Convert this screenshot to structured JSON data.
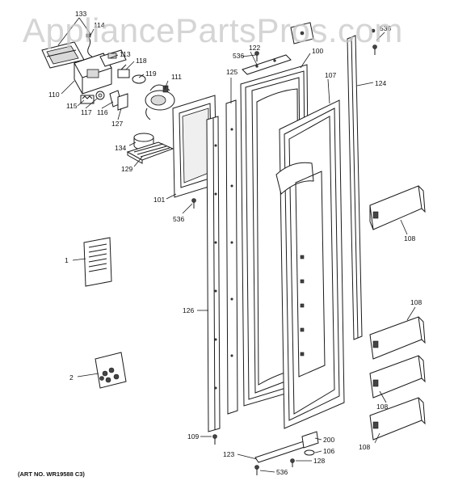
{
  "watermark": "AppliancePartsPros.com",
  "art_number": "(ART NO. WR19588 C3)",
  "callouts": {
    "c133": "133",
    "c114": "114",
    "c113": "113",
    "c118": "118",
    "c119": "119",
    "c110": "110",
    "c115": "115",
    "c117": "117",
    "c116": "116",
    "c127": "127",
    "c111": "111",
    "c134": "134",
    "c129": "129",
    "c101": "101",
    "c536a": "536",
    "c1": "1",
    "c2": "2",
    "c126": "126",
    "c125": "125",
    "c536b": "536",
    "c122": "122",
    "c100": "100",
    "c107": "107",
    "c124": "124",
    "c536c": "536",
    "c108a": "108",
    "c108b": "108",
    "c108c": "108",
    "c108d": "108",
    "c109": "109",
    "c123": "123",
    "c200": "200",
    "c106": "106",
    "c128": "128",
    "c536d": "536"
  }
}
